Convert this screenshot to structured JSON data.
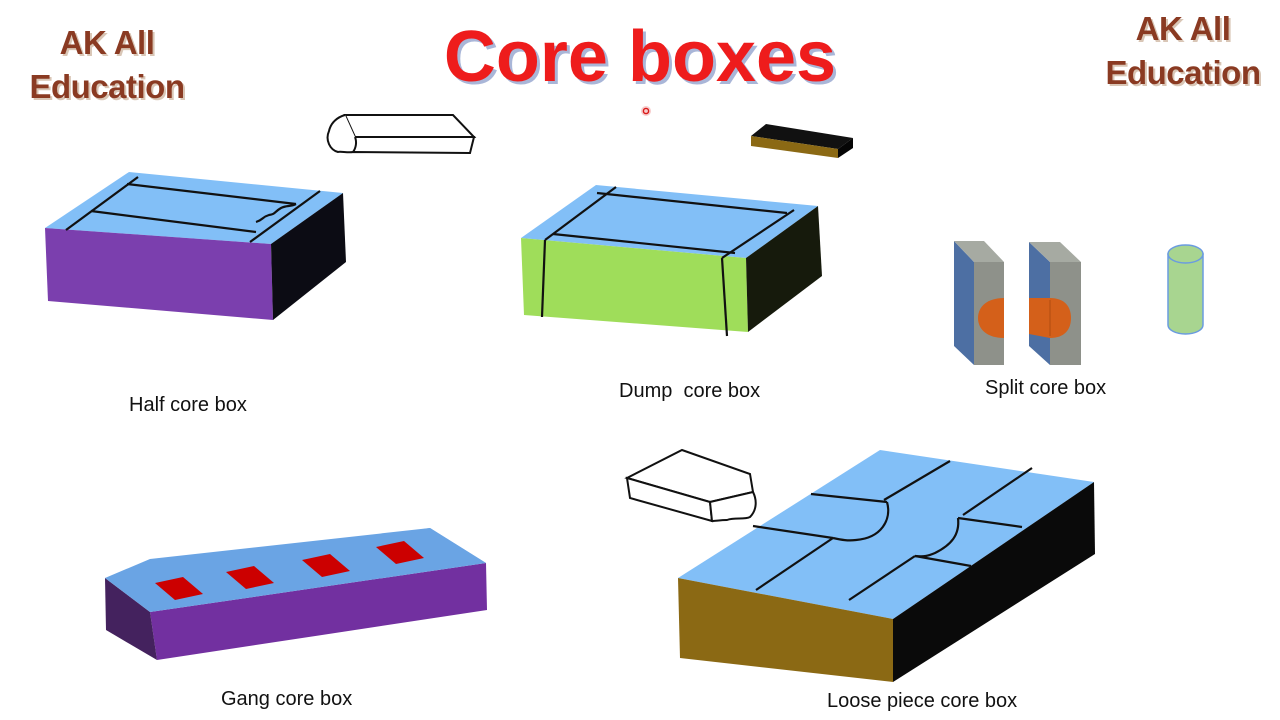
{
  "title": "Core boxes",
  "watermark": {
    "line1": "AK All",
    "line2": "Education"
  },
  "captions": {
    "half": "Half core box",
    "dump": "Dump  core box",
    "split": "Split core box",
    "gang": "Gang core box",
    "loose": "Loose piece core box"
  },
  "colors": {
    "title": "#ee1c1c",
    "watermark": "#8a3a22",
    "top_face": "#82bff7",
    "half_front": "#7b3fae",
    "dump_front": "#9fdd5a",
    "gang_front": "#7230a0",
    "loose_front": "#8b6914",
    "side_dark": "#0c0c14",
    "core_print": "#cc0000",
    "split_core": "#d4601a",
    "cylinder": "#a8d590"
  }
}
